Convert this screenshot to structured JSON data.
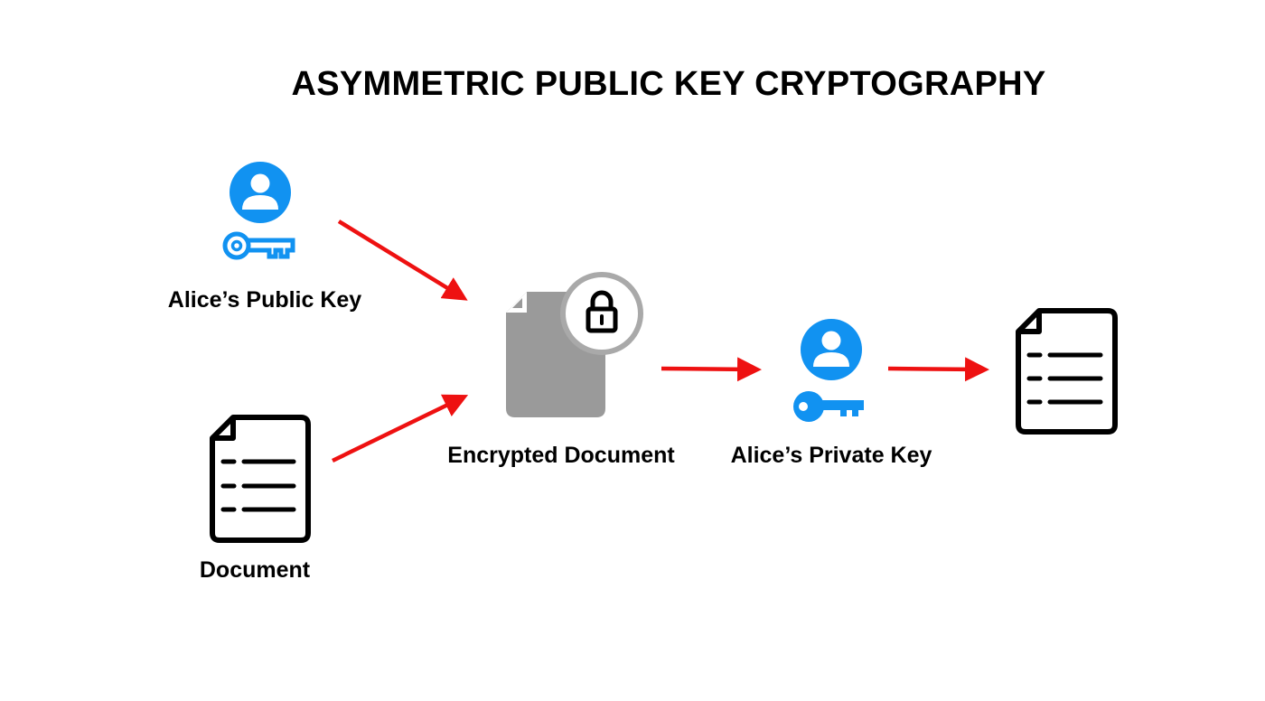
{
  "title": "ASYMMETRIC PUBLIC KEY CRYPTOGRAPHY",
  "nodes": {
    "public_key": {
      "label": "Alice’s Public Key",
      "icons": [
        "user-icon",
        "key-outline-icon"
      ]
    },
    "document": {
      "label": "Document",
      "icon": "document-icon"
    },
    "encrypted_document": {
      "label": "Encrypted Document",
      "icons": [
        "document-filled-icon",
        "lock-icon"
      ]
    },
    "private_key": {
      "label": "Alice’s Private Key",
      "icons": [
        "user-icon",
        "key-solid-icon"
      ]
    },
    "decrypted_document": {
      "label": "",
      "icon": "document-icon"
    }
  },
  "edges": [
    {
      "from": "public_key",
      "to": "encrypted_document"
    },
    {
      "from": "document",
      "to": "encrypted_document"
    },
    {
      "from": "encrypted_document",
      "to": "private_key"
    },
    {
      "from": "private_key",
      "to": "decrypted_document"
    }
  ],
  "colors": {
    "arrow": "#ee1111",
    "user_blue": "#1192f1",
    "encrypted_gray": "#9a9a9a",
    "lock_ring": "#a9a9a9",
    "text": "#000000"
  }
}
